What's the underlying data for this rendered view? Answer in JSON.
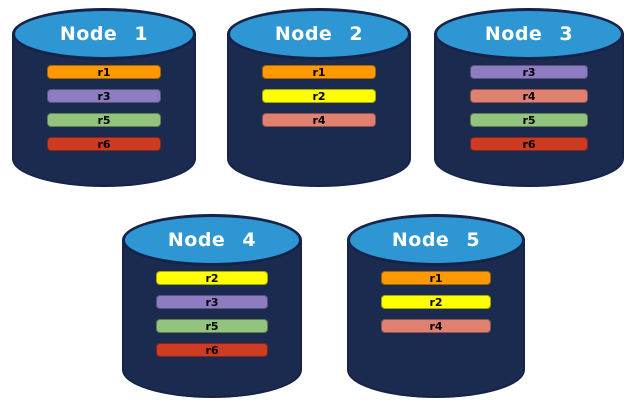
{
  "diagram": {
    "description": "Database cluster nodes with replica placement",
    "colors": {
      "cylinder_body": "#1B2B50",
      "cylinder_top": "#2E96D2",
      "cylinder_outline": "#15234A",
      "label_text": "#FFFFFF",
      "bar_text": "#000000",
      "background": "#FFFFFF"
    },
    "replica_colors": {
      "r1": {
        "fill": "#FF9900"
      },
      "r2": {
        "fill": "#FFFF00"
      },
      "r3": {
        "fill": "#8E7CC3"
      },
      "r4": {
        "fill": "#DF8070"
      },
      "r5": {
        "fill": "#93C47D"
      },
      "r6": {
        "fill": "#CC3B22"
      }
    },
    "nodes": [
      {
        "label": "Node 1",
        "replicas": [
          "r1",
          "r3",
          "r5",
          "r6"
        ]
      },
      {
        "label": "Node 2",
        "replicas": [
          "r1",
          "r2",
          "r4"
        ]
      },
      {
        "label": "Node 3",
        "replicas": [
          "r3",
          "r4",
          "r5",
          "r6"
        ]
      },
      {
        "label": "Node 4",
        "replicas": [
          "r2",
          "r3",
          "r5",
          "r6"
        ]
      },
      {
        "label": "Node 5",
        "replicas": [
          "r1",
          "r2",
          "r4"
        ]
      }
    ]
  }
}
